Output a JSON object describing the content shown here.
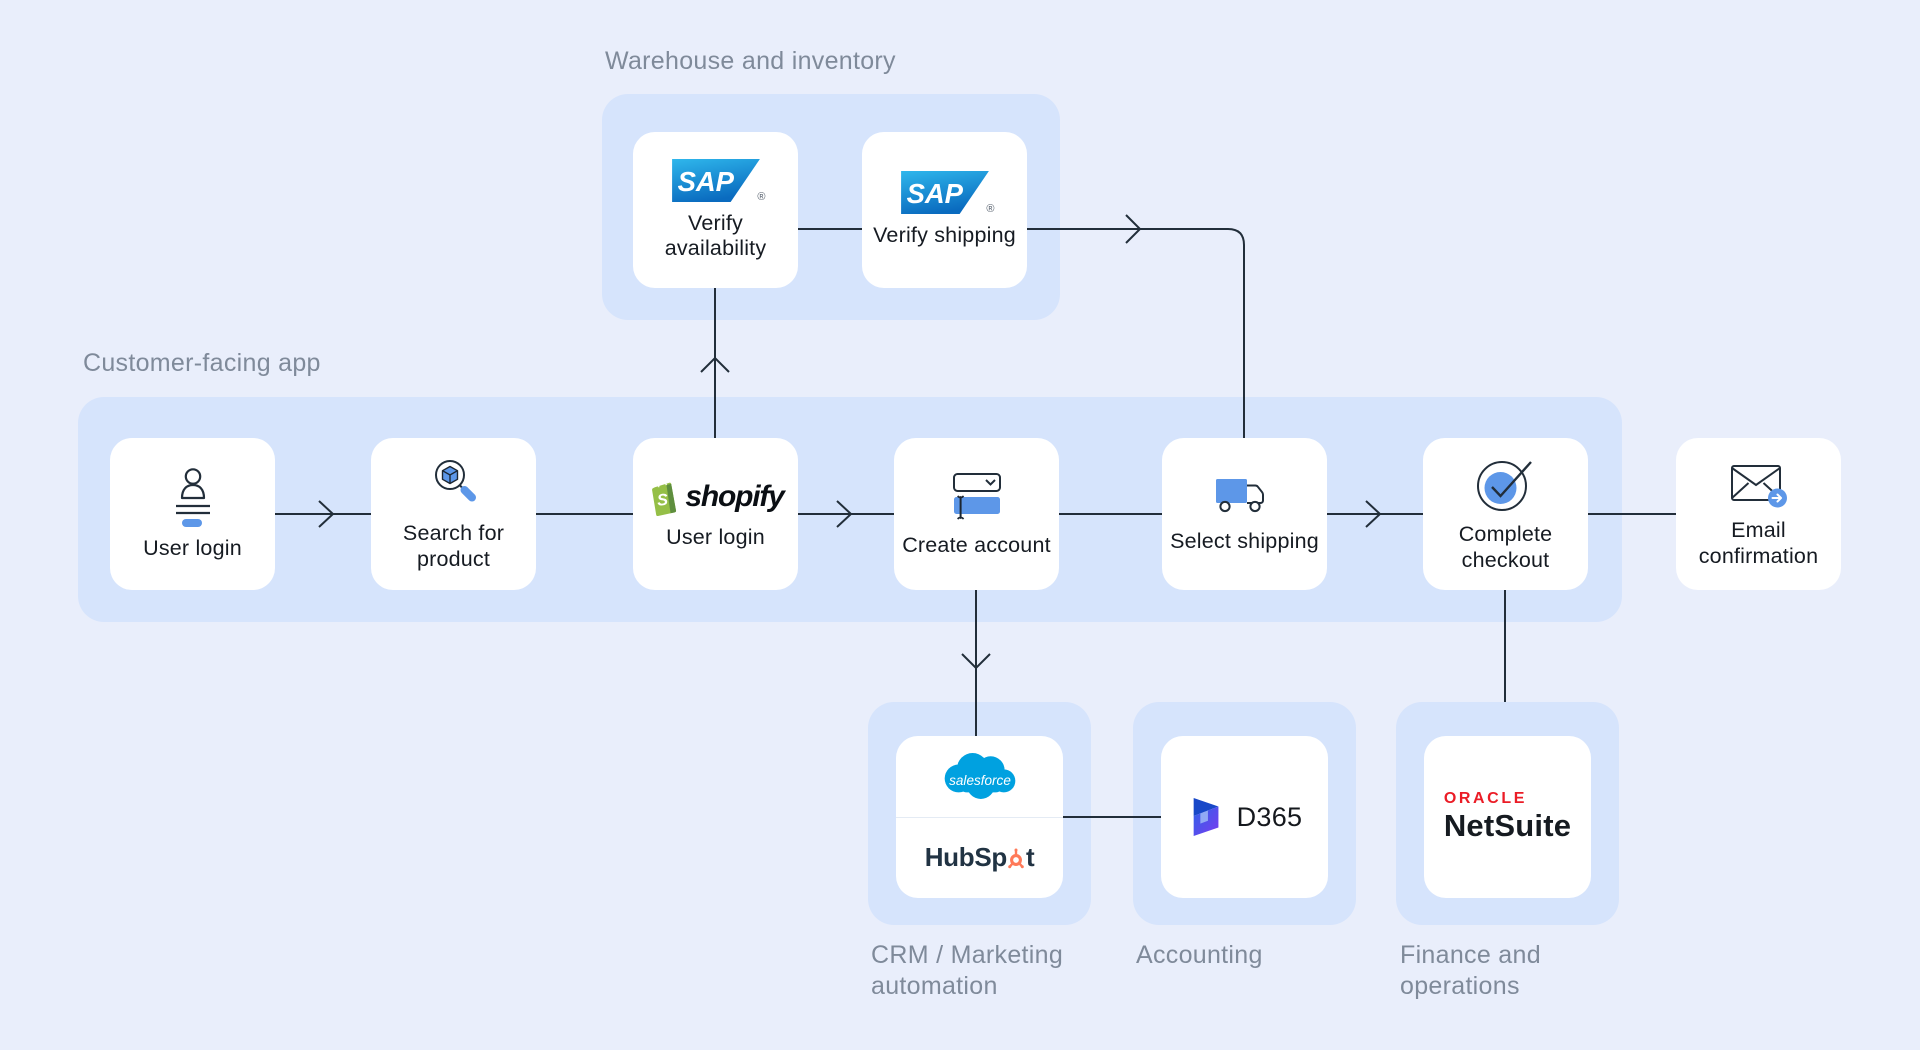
{
  "colors": {
    "background": "#e9eefb",
    "group-fill": "#d6e4fc",
    "node-fill": "#ffffff",
    "line": "#222e3a",
    "accent": "#5d97e8",
    "label": "#161b22",
    "group-label": "#7f8a9a",
    "salesforce-blue": "#00A1E0",
    "hubspot-navy": "#213343",
    "hubspot-orange": "#FF7A59",
    "shopify-green": "#95BF47",
    "oracle-red": "#eb1c26"
  },
  "groups": {
    "warehouse": {
      "label": "Warehouse and inventory"
    },
    "customer": {
      "label": "Customer-facing app"
    },
    "crm": {
      "label": "CRM / Marketing automation"
    },
    "accounting": {
      "label": "Accounting"
    },
    "finance": {
      "label": "Finance and operations"
    }
  },
  "nodes": {
    "verify_availability": {
      "label": "Verify availability"
    },
    "verify_shipping": {
      "label": "Verify shipping"
    },
    "user_login": {
      "label": "User login"
    },
    "search_product": {
      "label": "Search for product"
    },
    "shopify_login": {
      "label": "User login",
      "wordmark": "shopify",
      "monogram": "S"
    },
    "create_account": {
      "label": "Create account"
    },
    "select_shipping": {
      "label": "Select shipping"
    },
    "complete_checkout": {
      "label": "Complete checkout"
    },
    "email_confirmation": {
      "label": "Email confirmation"
    },
    "salesforce": {
      "wordmark": "salesforce"
    },
    "hubspot": {
      "wordmark_pre": "HubSp",
      "wordmark_post": "t"
    },
    "d365": {
      "label": "D365"
    },
    "netsuite": {
      "brand": "ORACLE",
      "product": "NetSuite"
    }
  },
  "logos": {
    "sap": {
      "text": "SAP",
      "registered": "®"
    }
  }
}
